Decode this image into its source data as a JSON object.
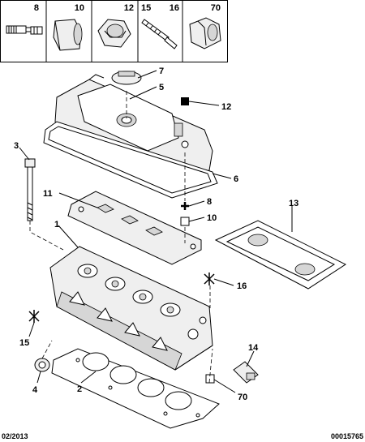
{
  "header_parts": [
    "8",
    "10",
    "12",
    "15",
    "16",
    "70"
  ],
  "callouts": {
    "c1": "1",
    "c2": "2",
    "c3": "3",
    "c4": "4",
    "c5": "5",
    "c6": "6",
    "c7": "7",
    "c8": "8",
    "c10": "10",
    "c11": "11",
    "c12": "12",
    "c13": "13",
    "c14": "14",
    "c15": "15",
    "c16": "16",
    "c70": "70"
  },
  "footer": {
    "date": "02/2013",
    "ref": "00015765"
  }
}
